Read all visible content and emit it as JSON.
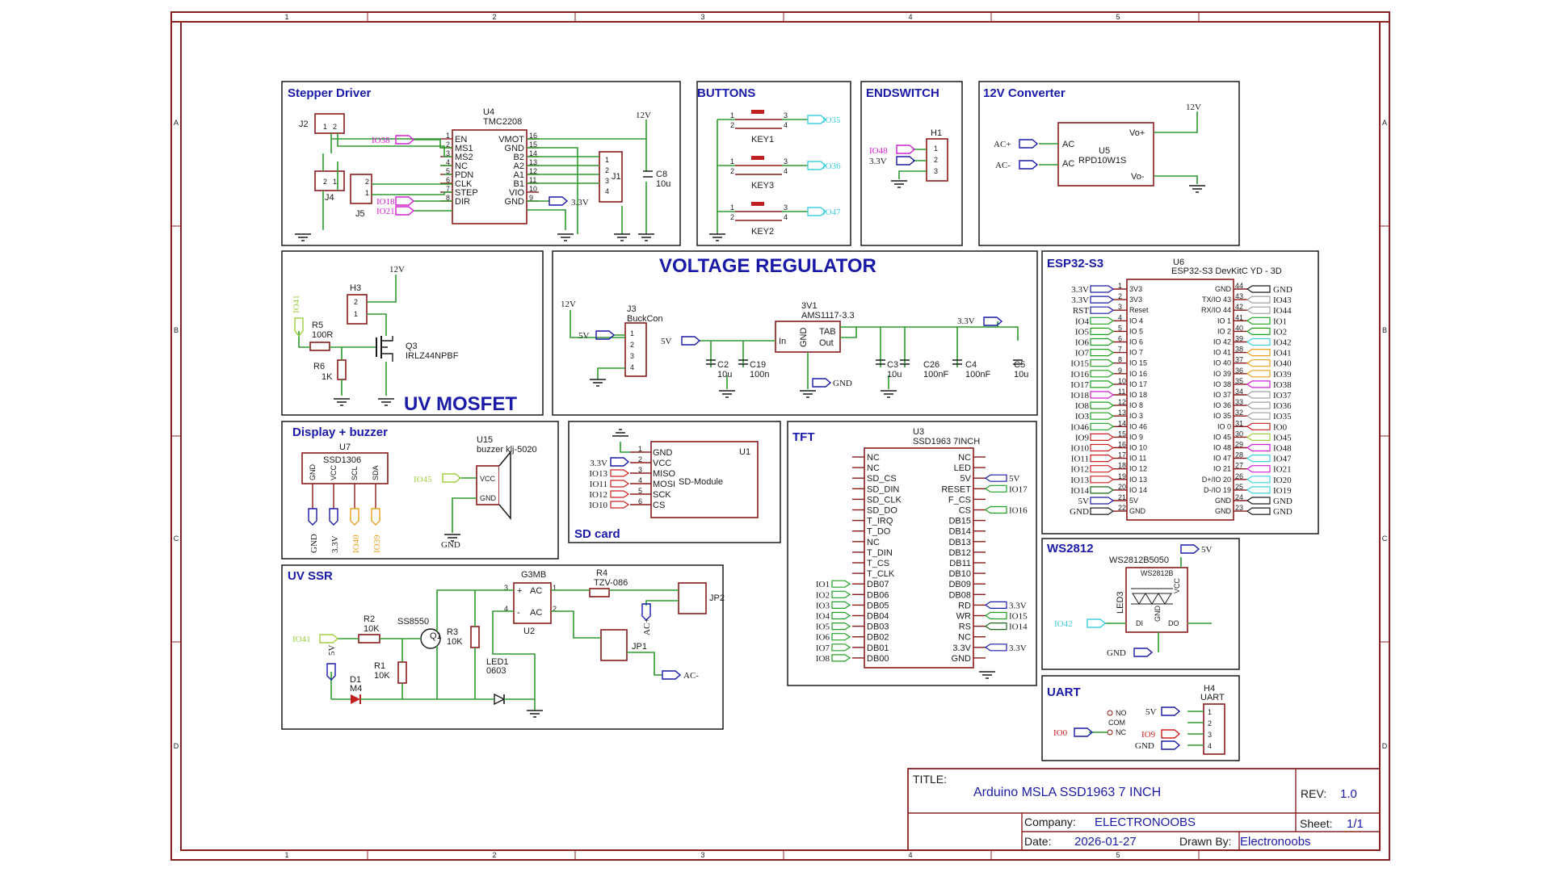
{
  "border": {
    "cols": [
      "1",
      "2",
      "3",
      "4",
      "5"
    ],
    "rows": [
      "A",
      "B",
      "C",
      "D"
    ]
  },
  "sections": {
    "stepper": "Stepper Driver",
    "buttons": "BUTTONS",
    "endswitch": "ENDSWITCH",
    "conv12": "12V Converter",
    "uvmosfet": "UV MOSFET",
    "vreg": "VOLTAGE REGULATOR",
    "esp": "ESP32-S3",
    "display": "Display + buzzer",
    "sdcard": "SD card",
    "tft": "TFT",
    "uvssr": "UV SSR",
    "ws2812": "WS2812",
    "uart": "UART"
  },
  "stepper": {
    "ref": "U4",
    "part": "TMC2208",
    "left_pins": [
      [
        "1",
        "EN"
      ],
      [
        "2",
        "MS1"
      ],
      [
        "3",
        "MS2"
      ],
      [
        "4",
        "NC"
      ],
      [
        "5",
        "PDN"
      ],
      [
        "6",
        "CLK"
      ],
      [
        "7",
        "STEP"
      ],
      [
        "8",
        "DIR"
      ]
    ],
    "right_pins": [
      [
        "16",
        "VMOT"
      ],
      [
        "15",
        "GND"
      ],
      [
        "14",
        "B2"
      ],
      [
        "13",
        "A2"
      ],
      [
        "12",
        "A1"
      ],
      [
        "11",
        "B1"
      ],
      [
        "10",
        "VIO"
      ],
      [
        "9",
        "GND"
      ]
    ],
    "io38": "IO38",
    "io18": "IO18",
    "io21": "IO21",
    "v33": "3.3V",
    "v12": "12V",
    "j2": "J2",
    "j4": "J4",
    "j5": "J5",
    "j1": "J1",
    "c8": "C8",
    "c8v": "10u"
  },
  "buttons": {
    "keys": [
      "KEY1",
      "KEY3",
      "KEY2"
    ],
    "nets": [
      "IO35",
      "IO36",
      "IO47"
    ]
  },
  "endswitch": {
    "h1": "H1",
    "io48": "IO48",
    "v33": "3.3V"
  },
  "conv12": {
    "u5": "U5",
    "part": "RPD10W1S",
    "acp": "AC+",
    "acm": "AC-",
    "v12": "12V",
    "vop": "Vo+",
    "vom": "Vo-",
    "ac1": "AC",
    "ac2": "AC"
  },
  "uvmosfet": {
    "v12": "12V",
    "h3": "H3",
    "r5": "R5",
    "r5v": "100R",
    "r6": "R6",
    "r6v": "1K",
    "q3": "Q3",
    "q3v": "IRLZ44NPBF",
    "io41": "IO41"
  },
  "vreg": {
    "v12": "12V",
    "j3": "J3",
    "j3v": "BuckCon",
    "v5a": "5V",
    "v5b": "5V",
    "u": "3V1",
    "uv": "AMS1117-3.3",
    "in": "In",
    "out": "Out",
    "tab": "TAB",
    "gnd": "GND",
    "c2": "C2",
    "c2v": "10u",
    "c19": "C19",
    "c19v": "100n",
    "c3": "C3",
    "c3v": "10u",
    "c26": "C26",
    "c26v": "100nF",
    "c4": "C4",
    "c4v": "100nF",
    "c5": "C5",
    "c5v": "10u",
    "v33": "3.3V",
    "gndlbl": "GND"
  },
  "esp": {
    "ref": "U6",
    "part": "ESP32-S3 DevKitC YD - 3D",
    "left_nets": [
      "3.3V",
      "3.3V",
      "RST",
      "IO4",
      "IO5",
      "IO6",
      "IO7",
      "IO15",
      "IO16",
      "IO17",
      "IO18",
      "IO8",
      "IO3",
      "IO46",
      "IO9",
      "IO10",
      "IO11",
      "IO12",
      "IO13",
      "IO14",
      "5V",
      "GND"
    ],
    "left_pins": [
      "3V3",
      "3V3",
      "Reset",
      "IO 4",
      "IO 5",
      "IO 6",
      "IO 7",
      "IO 15",
      "IO 16",
      "IO 17",
      "IO 18",
      "IO 8",
      "IO 3",
      "IO 46",
      "IO 9",
      "IO 10",
      "IO 11",
      "IO 12",
      "IO 13",
      "IO 14",
      "5V",
      "GND"
    ],
    "right_pins": [
      "GND",
      "TX/IO 43",
      "RX/IO 44",
      "IO 1",
      "IO 2",
      "IO 42",
      "IO 41",
      "IO 40",
      "IO 39",
      "IO 38",
      "IO 37",
      "IO 36",
      "IO 35",
      "IO 0",
      "IO 45",
      "IO 48",
      "IO 47",
      "IO 21",
      "D+/IO 20",
      "D-/IO 19",
      "GND",
      "GND"
    ],
    "right_nets": [
      "GND",
      "IO43",
      "IO44",
      "IO1",
      "IO2",
      "IO42",
      "IO41",
      "IO40",
      "IO39",
      "IO38",
      "IO37",
      "IO36",
      "IO35",
      "IO0",
      "IO45",
      "IO48",
      "IO47",
      "IO21",
      "IO20",
      "IO19",
      "GND",
      "GND"
    ],
    "left_nums": [
      "1",
      "2",
      "3",
      "4",
      "5",
      "6",
      "7",
      "8",
      "9",
      "10",
      "11",
      "12",
      "13",
      "14",
      "15",
      "16",
      "17",
      "18",
      "19",
      "20",
      "21",
      "22"
    ],
    "right_nums": [
      "44",
      "43",
      "42",
      "41",
      "40",
      "39",
      "38",
      "37",
      "36",
      "35",
      "34",
      "33",
      "32",
      "31",
      "30",
      "29",
      "28",
      "27",
      "26",
      "25",
      "24",
      "23"
    ]
  },
  "display": {
    "u7": "U7",
    "part": "SSD1306",
    "pins": [
      "GND",
      "VCC",
      "SCL",
      "SDA"
    ],
    "nets": [
      "GND",
      "3.3V",
      "IO40",
      "IO39"
    ],
    "u15": "U15",
    "buzz": "buzzer klj-5020",
    "io45": "IO45",
    "gnd": "GND",
    "vcc": "VCC",
    "gndp": "GND"
  },
  "sdcard": {
    "u1": "U1",
    "title": "SD-Module",
    "pins": [
      "GND",
      "VCC",
      "MISO",
      "MOSI",
      "SCK",
      "CS"
    ],
    "nets": [
      "3.3V",
      "IO13",
      "IO11",
      "IO12",
      "IO10"
    ],
    "nums": [
      "1",
      "2",
      "3",
      "4",
      "5",
      "6"
    ]
  },
  "tft": {
    "u3": "U3",
    "part": "SSD1963 7INCH",
    "left_pins": [
      "NC",
      "NC",
      "SD_CS",
      "SD_DIN",
      "SD_CLK",
      "SD_DO",
      "T_IRQ",
      "T_DO",
      "NC",
      "T_DIN",
      "T_CS",
      "T_CLK",
      "DB07",
      "DB06",
      "DB05",
      "DB04",
      "DB03",
      "DB02",
      "DB01",
      "DB00"
    ],
    "right_pins": [
      "NC",
      "LED",
      "5V",
      "RESET",
      "F_CS",
      "CS",
      "DB15",
      "DB14",
      "DB13",
      "DB12",
      "DB11",
      "DB10",
      "DB09",
      "DB08",
      "RD",
      "WR",
      "RS",
      "NC",
      "3.3V",
      "GND"
    ],
    "left_nets": [
      "IO1",
      "IO2",
      "IO3",
      "IO4",
      "IO5",
      "IO6",
      "IO7",
      "IO8"
    ],
    "right_nets": [
      "5V",
      "IO17",
      "IO16",
      "3.3V",
      "IO15",
      "IO14",
      "3.3V"
    ]
  },
  "uvssr": {
    "io41": "IO41",
    "r2": "R2",
    "r2v": "10K",
    "q1": "Q1",
    "q1v": "SS8550",
    "r1": "R1",
    "r1v": "10K",
    "r3": "R3",
    "r3v": "10K",
    "d1": "D1",
    "d1v": "M4",
    "v5": "5V",
    "u2": "U2",
    "u2v": "G3MB",
    "r4": "R4",
    "r4v": "TZV-086",
    "led1": "LED1",
    "led1v": "0603",
    "jp1": "JP1",
    "jp2": "JP2",
    "acp": "AC+",
    "acm": "AC-",
    "ac": "AC",
    "plus": "+",
    "minus": "-"
  },
  "ws2812": {
    "ref": "LED3",
    "part": "WS2812B5050",
    "v5": "5V",
    "io42": "IO42",
    "gnd": "GND",
    "di": "DI",
    "do": "DO",
    "inner": "WS2812B",
    "vcc": "VCC",
    "gndp": "GND"
  },
  "uart": {
    "h4": "H4",
    "part": "UART",
    "no": "NO",
    "com": "COM",
    "nc": "NC",
    "v5": "5V",
    "io0": "IO0",
    "io9": "IO9",
    "gnd": "GND",
    "nums": [
      "1",
      "2",
      "3",
      "4"
    ]
  },
  "titleblock": {
    "title_label": "TITLE:",
    "title": "Arduino MSLA SSD1963 7 INCH",
    "rev_label": "REV:",
    "rev": "1.0",
    "company_label": "Company:",
    "company": "ELECTRONOOBS",
    "sheet_label": "Sheet:",
    "sheet": "1/1",
    "date_label": "Date:",
    "date": "2026-01-27",
    "drawn_label": "Drawn By:",
    "drawn": "Electronoobs"
  }
}
